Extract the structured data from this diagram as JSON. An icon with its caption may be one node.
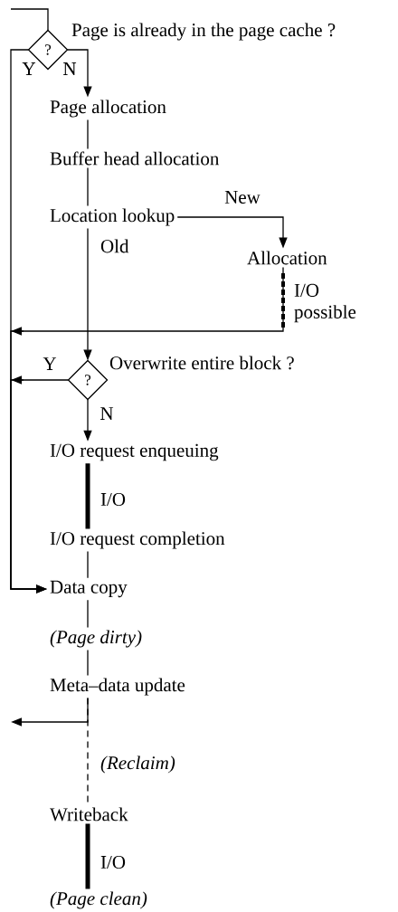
{
  "diagram": {
    "nodes": [
      {
        "text": [
          "?"
        ],
        "beside": [
          "Page is already in the page cache ?"
        ]
      },
      {
        "text": [
          "Page allocation"
        ]
      },
      {
        "text": [
          "Buffer head allocation"
        ]
      },
      {
        "text": [
          "Location lookup"
        ]
      },
      {
        "text": [
          "Allocation"
        ]
      },
      {
        "text": [
          "?"
        ],
        "beside": [
          "Overwrite entire block ?"
        ]
      },
      {
        "text": [
          "I/O request enqueuing"
        ]
      },
      {
        "text": [
          "I/O request completion"
        ]
      },
      {
        "text": [
          "Data copy"
        ]
      },
      {
        "text": [
          "(Page dirty)"
        ]
      },
      {
        "text": [
          "Meta–data update"
        ]
      },
      {
        "text": [
          "Writeback"
        ]
      },
      {
        "text": [
          "(Page clean)"
        ]
      }
    ],
    "edges": [
      {
        "from": null,
        "to": 0,
        "arrow": "none"
      },
      {
        "from": 0,
        "to": 1,
        "arrow": "to",
        "label": "N"
      },
      {
        "from": 0,
        "to": 8,
        "arrow": "to",
        "label": "Y"
      },
      {
        "from": 1,
        "to": 2,
        "arrow": "none"
      },
      {
        "from": 2,
        "to": 3,
        "arrow": "none"
      },
      {
        "from": 3,
        "to": 4,
        "arrow": "to",
        "label": "New"
      },
      {
        "from": 3,
        "to": 5,
        "arrow": "to",
        "label": "Old"
      },
      {
        "from": 4,
        "to": 8,
        "arrow": "to",
        "label": "I/O possible"
      },
      {
        "from": 5,
        "to": 8,
        "arrow": "to",
        "label": "Y"
      },
      {
        "from": 5,
        "to": 6,
        "arrow": "to",
        "label": "N"
      },
      {
        "from": 6,
        "to": 7,
        "arrow": "none",
        "label": "I/O",
        "style": "thick"
      },
      {
        "from": 7,
        "to": 8,
        "arrow": "none"
      },
      {
        "from": 8,
        "to": 9,
        "arrow": "none"
      },
      {
        "from": 9,
        "to": 10,
        "arrow": "none"
      },
      {
        "from": 10,
        "to": null,
        "arrow": "to"
      },
      {
        "from": 10,
        "to": 11,
        "arrow": "none",
        "label": "(Reclaim)",
        "style": "dashed"
      },
      {
        "from": 11,
        "to": 12,
        "arrow": "none",
        "label": "I/O",
        "style": "thick"
      }
    ]
  }
}
